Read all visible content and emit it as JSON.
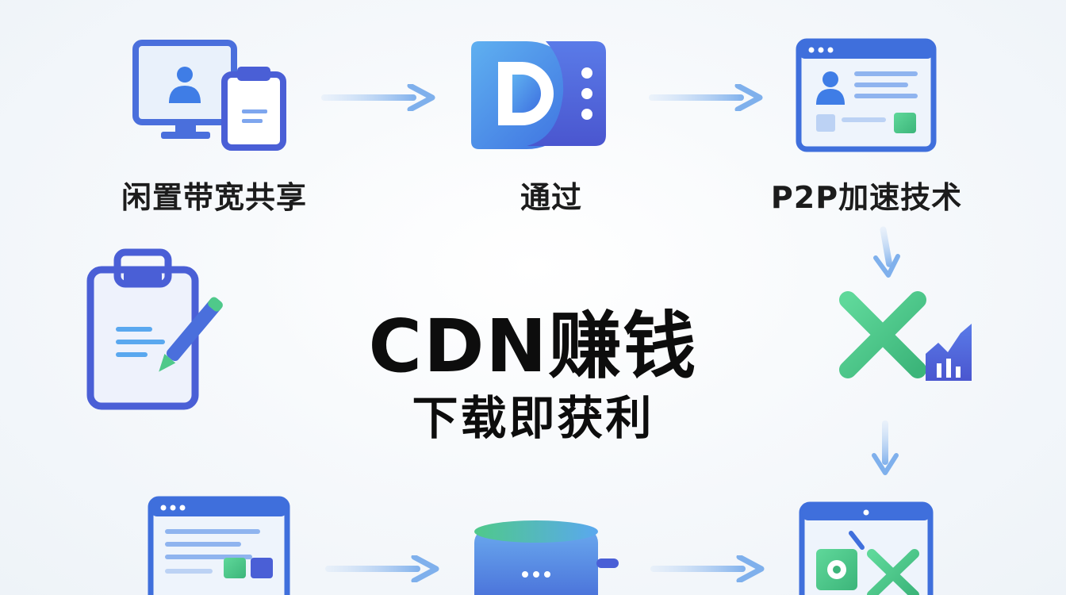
{
  "diagram": {
    "title": "CDN赚钱",
    "subtitle": "下载即获利",
    "steps": [
      {
        "label": "闲置带宽共享",
        "icon": "computer-user-icon"
      },
      {
        "label": "通过",
        "icon": "d-logo-icon"
      },
      {
        "label": "P2P加速技术",
        "icon": "browser-profile-icon"
      },
      {
        "label": "",
        "icon": "x-chart-icon"
      },
      {
        "label": "",
        "icon": "monitor-disk-x-icon"
      },
      {
        "label": "",
        "icon": "server-drum-icon"
      },
      {
        "label": "",
        "icon": "browser-list-icon"
      },
      {
        "label": "",
        "icon": "clipboard-pen-icon"
      }
    ]
  },
  "colors": {
    "blue": "#3f7de6",
    "blue_light": "#5aa8ef",
    "indigo": "#4a5fd6",
    "green": "#4fc98a",
    "arrow": "#8db9ef",
    "text": "#1c1c1c"
  }
}
